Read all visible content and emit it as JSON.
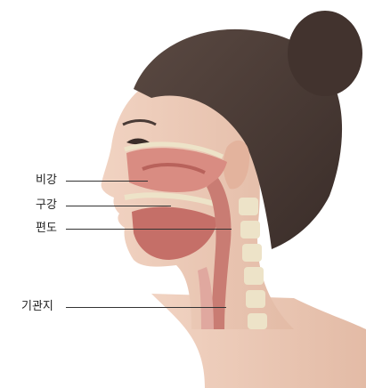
{
  "labels": {
    "nasal_cavity": "비강",
    "oral_cavity": "구강",
    "tonsil": "편도",
    "trachea": "기관지"
  },
  "colors": {
    "hair": "#4a3b36",
    "skin": "#eac7b3",
    "tissue": "#c97c73",
    "bone": "#ede3c8",
    "leader": "#333333"
  }
}
